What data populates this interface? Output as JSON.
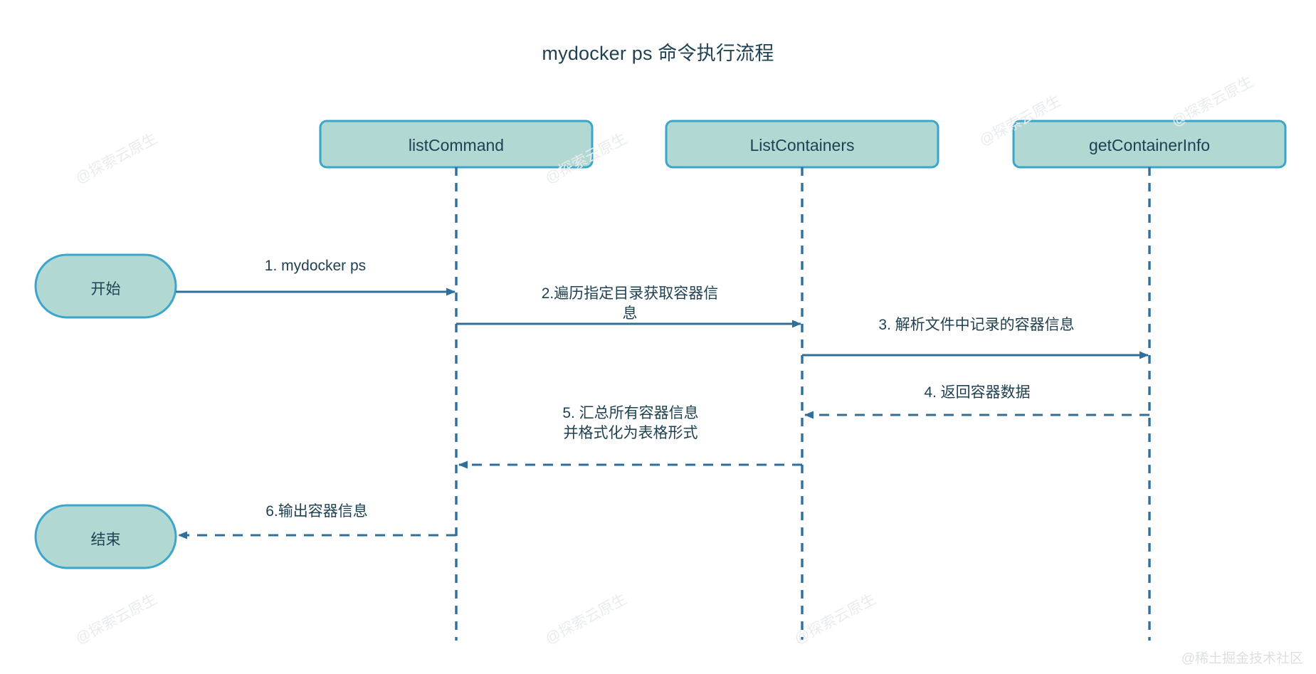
{
  "title": "mydocker ps 命令执行流程",
  "diagram": {
    "kind": "sequence-diagram",
    "colors": {
      "node_fill": "#b2d8d3",
      "node_border": "#3aa6cb",
      "line": "#2e6f9e",
      "text": "#1f4152",
      "background": "#ffffff",
      "watermark": "#e9ecee"
    },
    "participants": [
      {
        "id": "listCommand",
        "label": "listCommand"
      },
      {
        "id": "ListContainers",
        "label": "ListContainers"
      },
      {
        "id": "getContainerInfo",
        "label": "getContainerInfo"
      }
    ],
    "terminators": [
      {
        "id": "start",
        "label": "开始"
      },
      {
        "id": "end",
        "label": "结束"
      }
    ],
    "messages": [
      {
        "order": "1",
        "label": "1. mydocker ps",
        "from": "start",
        "to": "listCommand",
        "style": "solid",
        "direction": "right"
      },
      {
        "order": "2",
        "label": "2.遍历指定目录获取容器信\n息",
        "from": "listCommand",
        "to": "ListContainers",
        "style": "solid",
        "direction": "right"
      },
      {
        "order": "3",
        "label": "3. 解析文件中记录的容器信息",
        "from": "ListContainers",
        "to": "getContainerInfo",
        "style": "solid",
        "direction": "right"
      },
      {
        "order": "4",
        "label": "4. 返回容器数据",
        "from": "getContainerInfo",
        "to": "ListContainers",
        "style": "dashed",
        "direction": "left"
      },
      {
        "order": "5",
        "label": "5. 汇总所有容器信息\n并格式化为表格形式",
        "from": "ListContainers",
        "to": "listCommand",
        "style": "dashed",
        "direction": "left"
      },
      {
        "order": "6",
        "label": "6.输出容器信息",
        "from": "listCommand",
        "to": "end",
        "style": "dashed",
        "direction": "left"
      }
    ]
  },
  "watermarks": {
    "tiled_text": "@探索云原生",
    "corner_text": "@稀土掘金技术社区"
  }
}
